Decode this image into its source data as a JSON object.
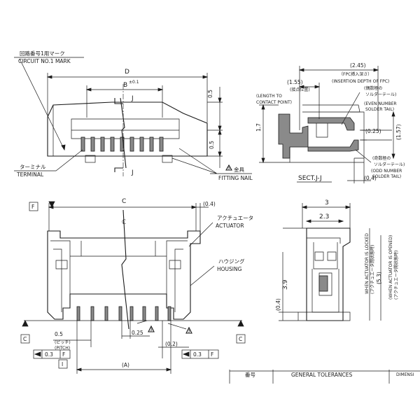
{
  "top_view": {
    "circuit_mark_jp": "回路番号1用マーク",
    "circuit_mark_en": "CIRCUIT NO.1 MARK",
    "dim_d": "D",
    "dim_b": "B",
    "dim_b_tol": "±0.1",
    "section_j": "J",
    "dim_05a": "0.5",
    "dim_05b": "0.5",
    "terminal_jp": "ターミナル",
    "terminal_en": "TERMINAL",
    "fitting_nail_jp": "金具",
    "fitting_nail_num": "5",
    "fitting_nail_en": "FITTING NAIL"
  },
  "section_view": {
    "dim_245": "(2.45)",
    "insertion_jp": "（FPC挿入深さ）",
    "insertion_en": "(INSERTION DEPTH OF FPC)",
    "dim_155": "(1.55)",
    "contact_jp": "(接点位置)",
    "length_en_1": "(LENGTH TO",
    "length_en_2": "CONTACT POINT)",
    "even_jp_1": "(偶数極の",
    "even_jp_2": "ソルダーテール)",
    "even_en_1": "(EVEN NUMBER",
    "even_en_2": "SOLDER TAIL)",
    "dim_17": "1.7",
    "dim_025": "(0.25)",
    "dim_157": "(1.57)",
    "odd_jp_1": "(奇数極の",
    "odd_jp_2": "ソルダーテール)",
    "odd_en_1": "(ODD NUMBER",
    "odd_en_2": "SOLDER TAIL)",
    "dim_04": "(0.4)",
    "sect_label": "SECT.J-J"
  },
  "front_view": {
    "datum_f": "F",
    "dim_c": "C",
    "dim_04": "(0.4)",
    "centerline": "ℂ",
    "actuator_jp": "アクチュエータ",
    "actuator_en": "ACTUATOR",
    "housing_jp": "ハウジング",
    "housing_en": "HOUSING",
    "datum_c_left": "C",
    "datum_c_right": "C",
    "dim_05": "0.5",
    "pitch_jp": "(ピッチ)",
    "pitch_en": "(PITCH)",
    "dim_025": "0.25",
    "tol_left_val": "0.3",
    "tol_left_ref": "F",
    "dim_02": "(0.2)",
    "tol_right_val": "0.3",
    "tol_right_ref": "F",
    "datum_i": "I",
    "dim_a": "(A)",
    "note_3a": "3",
    "note_3b": "3"
  },
  "side_view": {
    "dim_3": "3",
    "dim_23": "2.3",
    "dim_39": "3.9",
    "dim_04": "(0.4)",
    "dim_53": "(5.3)",
    "closed_jp": "(アクチュエータ閉状態時)",
    "closed_en": "WHEN ACTUATOR IS LOCKED",
    "opened_jp": "(アクチュエータ開状態時)",
    "opened_en": "(WHEN ACTUATOR IS OPENED)"
  },
  "title_block": {
    "col1": "番号",
    "col2": "GENERAL TOLERANCES",
    "col3": "DIMENSI"
  }
}
